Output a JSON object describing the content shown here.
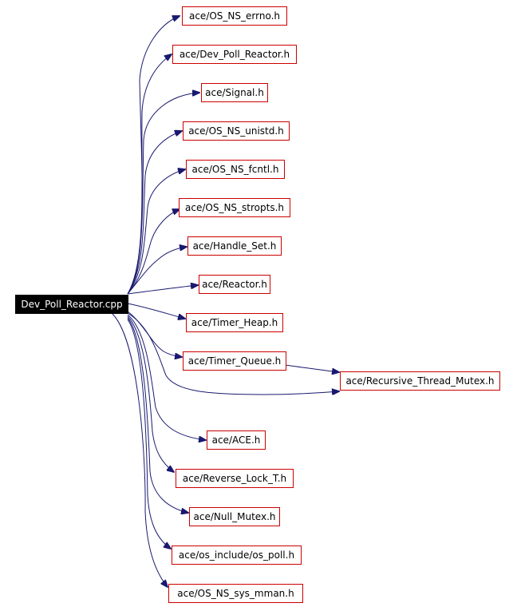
{
  "graph": {
    "root": "Dev_Poll_Reactor.cpp",
    "includes": [
      "ace/OS_NS_errno.h",
      "ace/Dev_Poll_Reactor.h",
      "ace/Signal.h",
      "ace/OS_NS_unistd.h",
      "ace/OS_NS_fcntl.h",
      "ace/OS_NS_stropts.h",
      "ace/Handle_Set.h",
      "ace/Reactor.h",
      "ace/Timer_Heap.h",
      "ace/Timer_Queue.h",
      "ace/Recursive_Thread_Mutex.h",
      "ace/ACE.h",
      "ace/Reverse_Lock_T.h",
      "ace/Null_Mutex.h",
      "ace/os_include/os_poll.h",
      "ace/OS_NS_sys_mman.h"
    ],
    "edges": [
      [
        "Dev_Poll_Reactor.cpp",
        "ace/OS_NS_errno.h"
      ],
      [
        "Dev_Poll_Reactor.cpp",
        "ace/Dev_Poll_Reactor.h"
      ],
      [
        "Dev_Poll_Reactor.cpp",
        "ace/Signal.h"
      ],
      [
        "Dev_Poll_Reactor.cpp",
        "ace/OS_NS_unistd.h"
      ],
      [
        "Dev_Poll_Reactor.cpp",
        "ace/OS_NS_fcntl.h"
      ],
      [
        "Dev_Poll_Reactor.cpp",
        "ace/OS_NS_stropts.h"
      ],
      [
        "Dev_Poll_Reactor.cpp",
        "ace/Handle_Set.h"
      ],
      [
        "Dev_Poll_Reactor.cpp",
        "ace/Reactor.h"
      ],
      [
        "Dev_Poll_Reactor.cpp",
        "ace/Timer_Heap.h"
      ],
      [
        "Dev_Poll_Reactor.cpp",
        "ace/Timer_Queue.h"
      ],
      [
        "Dev_Poll_Reactor.cpp",
        "ace/Recursive_Thread_Mutex.h"
      ],
      [
        "ace/Timer_Queue.h",
        "ace/Recursive_Thread_Mutex.h"
      ],
      [
        "Dev_Poll_Reactor.cpp",
        "ace/ACE.h"
      ],
      [
        "Dev_Poll_Reactor.cpp",
        "ace/Reverse_Lock_T.h"
      ],
      [
        "Dev_Poll_Reactor.cpp",
        "ace/Null_Mutex.h"
      ],
      [
        "Dev_Poll_Reactor.cpp",
        "ace/os_include/os_poll.h"
      ],
      [
        "Dev_Poll_Reactor.cpp",
        "ace/OS_NS_sys_mman.h"
      ]
    ]
  },
  "colors": {
    "edge": "#191970",
    "node_border": "#cc0000",
    "root_fill": "#000000",
    "root_text": "#ffffff"
  }
}
